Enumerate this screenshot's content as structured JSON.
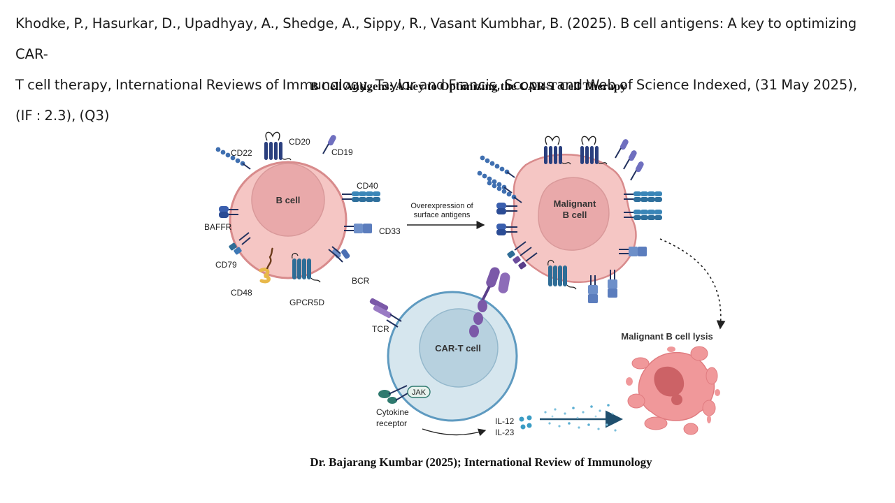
{
  "citation": {
    "line1": "Khodke, P., Hasurkar, D., Upadhyay, A., Shedge, A., Sippy, R., Vasant Kumbhar, B. (2025). B cell antigens: A key to optimizing CAR-",
    "line2": "T cell therapy, International Reviews of Immunology, Taylor and Francis, Scopus and Web of Science Indexed, (31 May 2025),",
    "line3": "(IF : 2.3), (Q3)"
  },
  "figure": {
    "title": "B Cell Antigens: A key to Optimizing the CAR-T Cell Therapy",
    "footer": "Dr. Bajarang Kumbar (2025); International Review of Immunology"
  },
  "diagram": {
    "b_cell": "B cell",
    "malignant_line1": "Malignant",
    "malignant_line2": "B cell",
    "cart_cell": "CAR-T cell",
    "arrow_line1": "Overexpression of",
    "arrow_line2": "surface antigens",
    "lysis": "Malignant B cell lysis",
    "tcr": "TCR",
    "jak": "JAK",
    "cytokine_line1": "Cytokine",
    "cytokine_line2": "receptor",
    "il12": "IL-12",
    "il23": "IL-23",
    "antigens": {
      "cd22": "CD22",
      "cd20": "CD20",
      "cd19": "CD19",
      "cd40": "CD40",
      "cd33": "CD33",
      "baffr": "BAFFR",
      "cd79": "CD79",
      "cd48": "CD48",
      "gpcr5d": "GPCR5D",
      "bcr": "BCR"
    }
  },
  "colors": {
    "bcell_fill": "#f5c6c4",
    "bcell_nucleus": "#e9a9aa",
    "cart_fill": "#d6e6ee",
    "cart_nucleus": "#b7d1df",
    "receptor_dark": "#2f4b8a",
    "receptor_blue": "#3f7fb5",
    "receptor_purple": "#7b59a8",
    "lysis_pink": "#f0989a"
  }
}
